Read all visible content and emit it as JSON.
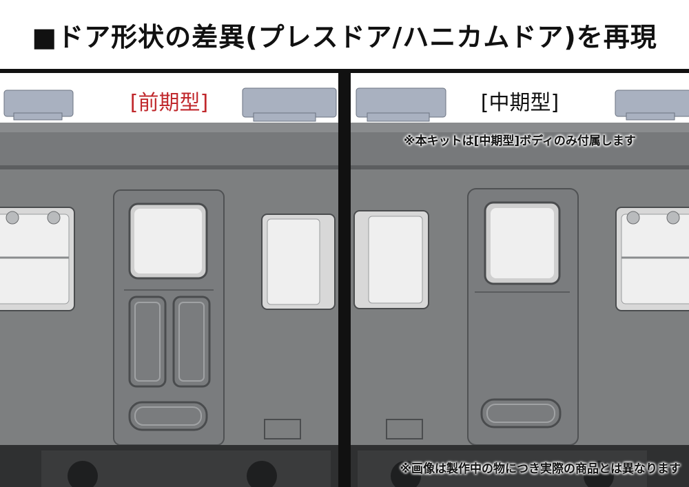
{
  "title": "■ドア形状の差異(プレスドア/ハニカムドア)を再現",
  "left_panel": {
    "label": "[前期型]",
    "label_color": "#c0282c"
  },
  "right_panel": {
    "label": "[中期型]",
    "label_color": "#111111",
    "kit_note": "※本キットは[中期型]ボディのみ付属します"
  },
  "bottom_note": "※画像は製作中の物につき実際の商品とは異なります",
  "colors": {
    "body_gray": "#7d7f80",
    "roof_gray": "#6f7173",
    "window_glass": "#eeeeee",
    "underframe": "#2a2a2a",
    "roof_vent": "#a9b1c0"
  }
}
